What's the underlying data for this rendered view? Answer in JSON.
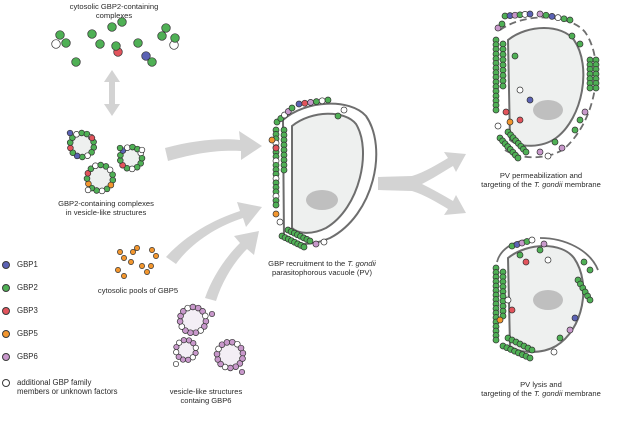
{
  "colors": {
    "gbp1": "#5b62b4",
    "gbp2": "#4fb055",
    "gbp3": "#e2545c",
    "gbp5": "#f2962e",
    "gbp6": "#c898cb",
    "other": "#ffffff",
    "arrow": "#d3d3d3",
    "cell_fill": "#eef0ef",
    "nucleus": "#bfbfbf",
    "outline": "#6e6e6e"
  },
  "labels": {
    "cytosolic_gbp2": "cytosolic GBP2-containing\ncomplexes",
    "gbp2_vesicle": "GBP2-containing complexes\nin vesicle-like structures",
    "cytosolic_gbp5": "cytosolic pools of GBP5",
    "vesicle_gbp6": "vesicle-like structures\ncontaing GBP6",
    "recruitment": "GBP recruitment to the T. gondii\nparasitophorous vacuole (PV)",
    "permeabilization": "PV permeabilization and\ntargeting of the T. gondii membrane",
    "lysis": "PV lysis and\ntargeting of the T. gondii membrane"
  },
  "legend": [
    {
      "key": "gbp1",
      "label": "GBP1"
    },
    {
      "key": "gbp2",
      "label": "GBP2"
    },
    {
      "key": "gbp3",
      "label": "GBP3"
    },
    {
      "key": "gbp5",
      "label": "GBP5"
    },
    {
      "key": "gbp6",
      "label": "GBP6"
    },
    {
      "key": "other",
      "label": "additional GBP family\nmembers or unknown factors"
    }
  ]
}
